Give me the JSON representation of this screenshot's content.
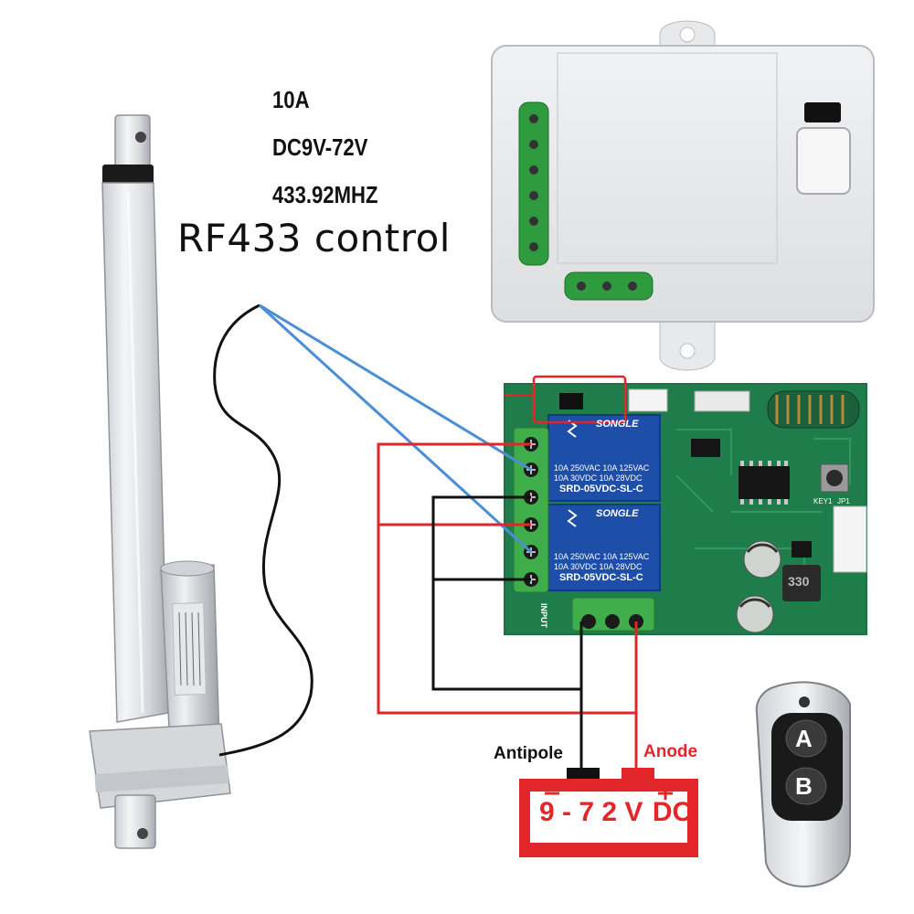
{
  "specs": {
    "current": "10A",
    "voltage_range": "DC9V-72V",
    "frequency": "433.92MHZ"
  },
  "title": "RF433 control",
  "relays": {
    "brand": "SONGLE",
    "rating_line1": "10A 250VAC  10A 125VAC",
    "rating_line2": "10A 30VDC  10A 28VDC",
    "model": "SRD-05VDC-SL-C"
  },
  "board": {
    "input_label": "INPUT",
    "key_label": "KEY1",
    "jumper_label": "JP1",
    "inductor_label": "330"
  },
  "power": {
    "negative_label": "Antipole",
    "positive_label": "Anode",
    "battery_label": "9 - 7 2 V",
    "battery_dc": "DC"
  },
  "remote": {
    "button_a": "A",
    "button_b": "B"
  },
  "colors": {
    "wire_red": "#e3262a",
    "wire_black": "#111111",
    "wire_blue": "#4a8fd6",
    "pcb_green": "#1f7d4b",
    "terminal_green": "#3fae4a",
    "relay_blue": "#1d4fa8"
  }
}
